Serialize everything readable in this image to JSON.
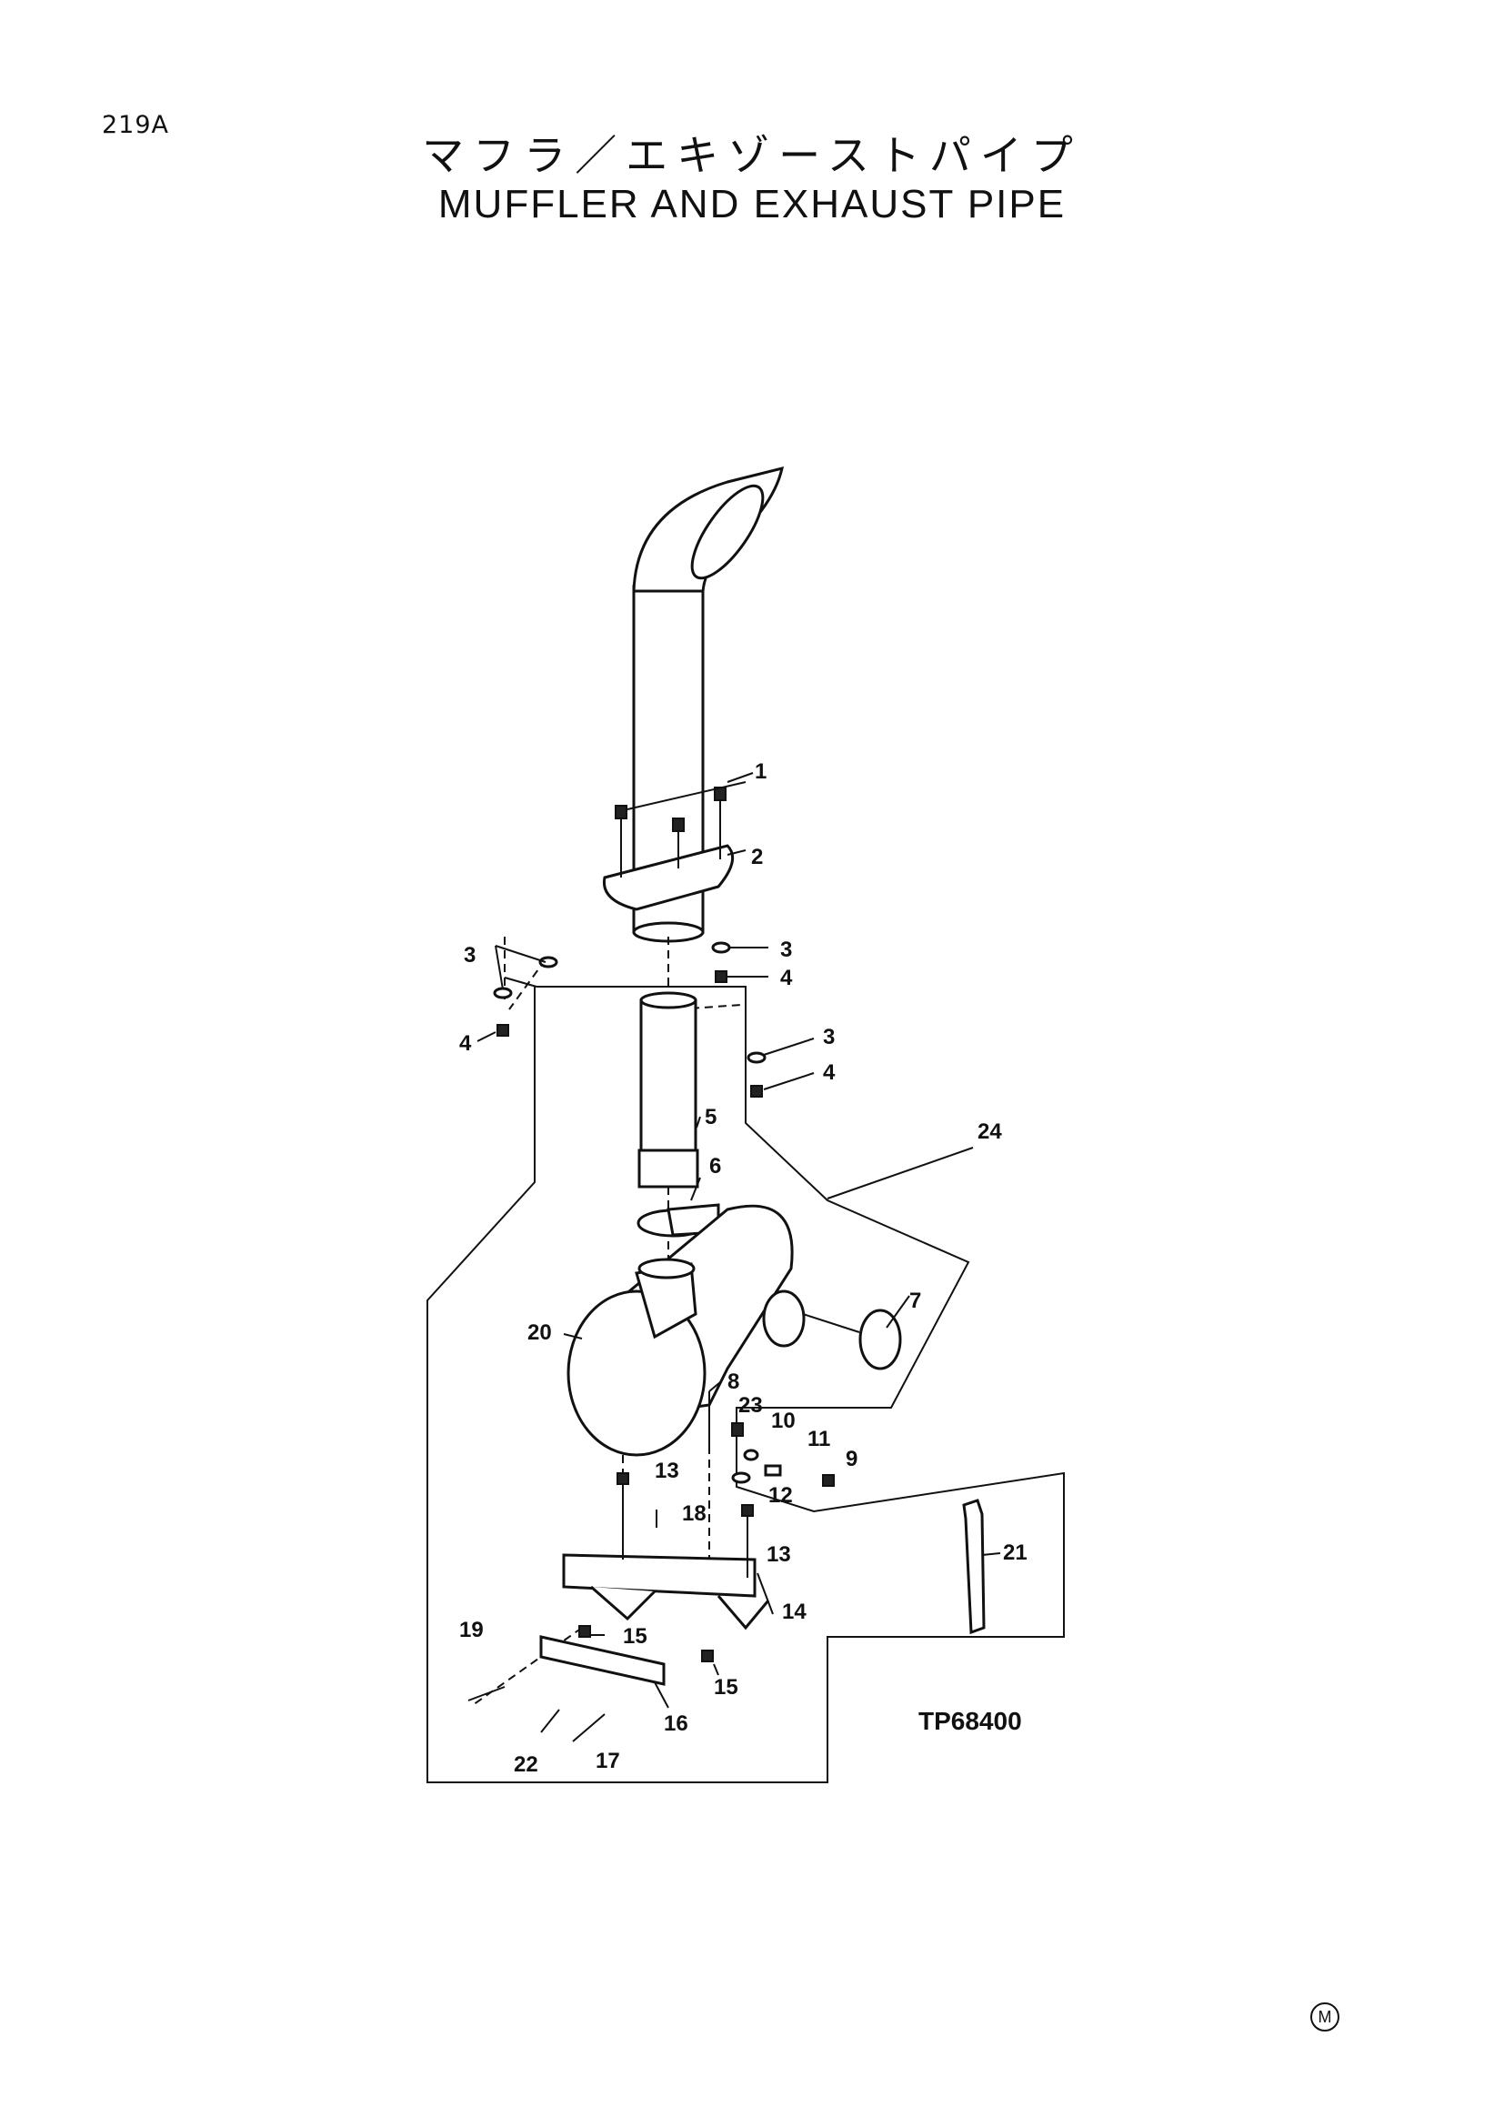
{
  "page_id": "219A",
  "title_jp": "マフラ／エキゾーストパイプ",
  "title_en": "MUFFLER AND EXHAUST PIPE",
  "figure_code": "TP68400",
  "corner_mark": "M",
  "callouts": {
    "c1": "1",
    "c2": "2",
    "c3a": "3",
    "c3b": "3",
    "c3c": "3",
    "c4a": "4",
    "c4b": "4",
    "c4c": "4",
    "c5": "5",
    "c6": "6",
    "c7": "7",
    "c8": "8",
    "c9": "9",
    "c10": "10",
    "c11": "11",
    "c12": "12",
    "c13a": "13",
    "c13b": "13",
    "c14": "14",
    "c15a": "15",
    "c15b": "15",
    "c16": "16",
    "c17": "17",
    "c18": "18",
    "c19": "19",
    "c20": "20",
    "c21": "21",
    "c22": "22",
    "c23": "23",
    "c24": "24"
  }
}
